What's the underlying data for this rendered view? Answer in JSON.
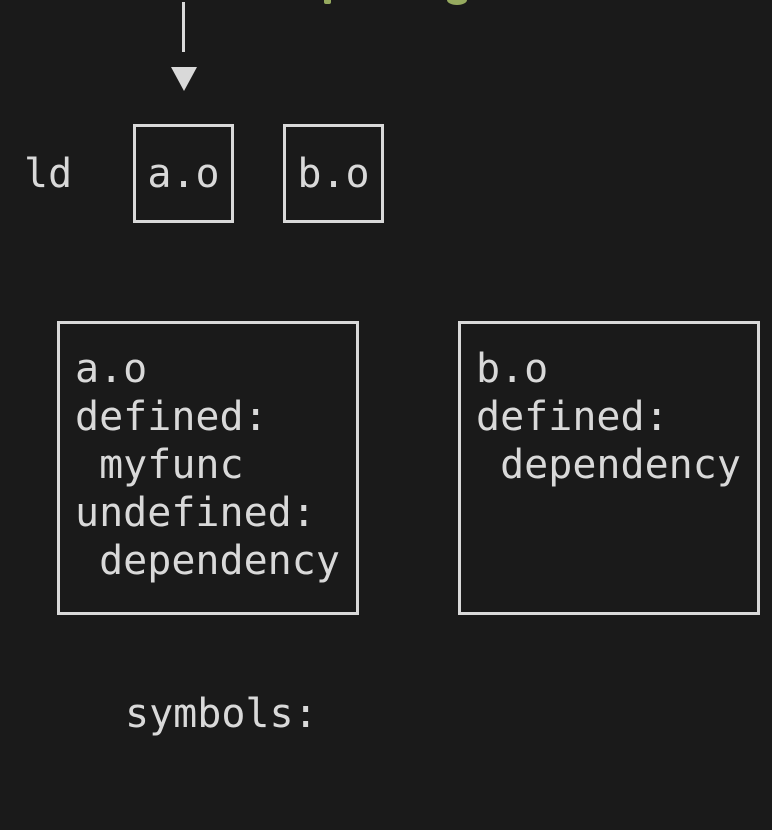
{
  "colors": {
    "background": "#1a1a1a",
    "foreground": "#d9d9d9",
    "accent_green": "#96aa5f"
  },
  "top": {
    "arrow_icon": "arrow-down-icon",
    "cutoff_fragment_icon": "cutoff-green-glyph-fragment"
  },
  "linker": {
    "label": "ld"
  },
  "object_files": [
    {
      "label": "a.o"
    },
    {
      "label": "b.o"
    }
  ],
  "symbol_tables": [
    {
      "file": "a.o",
      "defined": [
        "myfunc"
      ],
      "undefined": [
        "dependency"
      ],
      "lines": [
        "a.o",
        "defined:",
        " myfunc",
        "undefined:",
        " dependency"
      ]
    },
    {
      "file": "b.o",
      "defined": [
        "dependency"
      ],
      "undefined": [],
      "lines": [
        "b.o",
        "defined:",
        " dependency"
      ]
    }
  ],
  "footer": {
    "label": "symbols:"
  }
}
